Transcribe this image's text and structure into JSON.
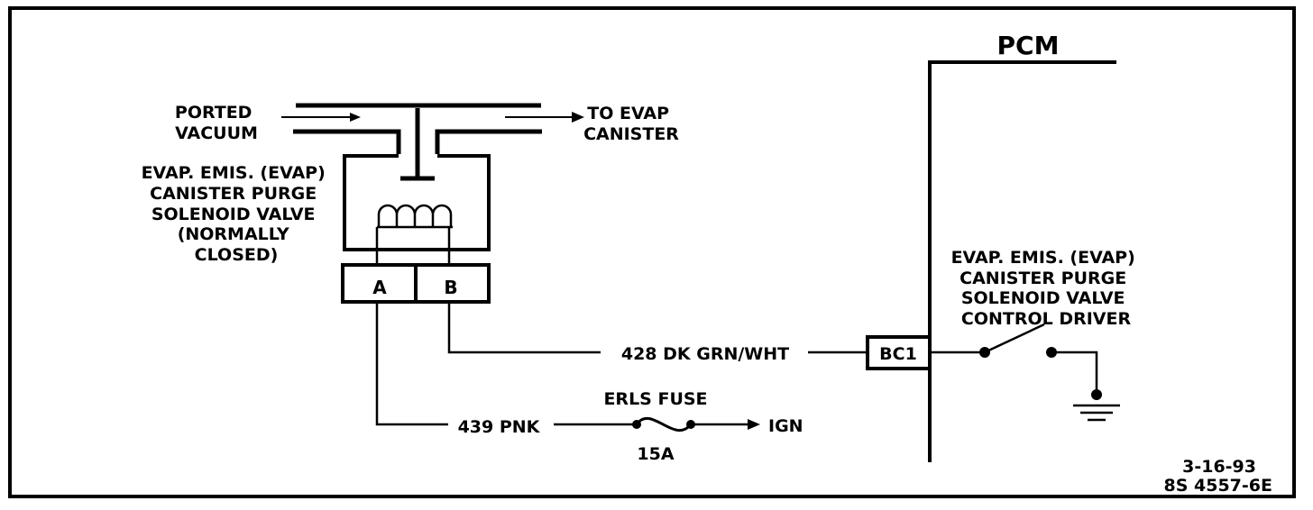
{
  "labels": {
    "pcm": "PCM",
    "ported_vacuum": [
      "PORTED",
      "VACUUM"
    ],
    "to_evap": [
      "TO EVAP",
      "CANISTER"
    ],
    "solenoid_valve": [
      "EVAP. EMIS. (EVAP)",
      "CANISTER PURGE",
      "SOLENOID VALVE",
      "(NORMALLY",
      "CLOSED)"
    ],
    "driver": [
      "EVAP. EMIS. (EVAP)",
      "CANISTER PURGE",
      "SOLENOID VALVE",
      "CONTROL DRIVER"
    ],
    "terminal_a": "A",
    "terminal_b": "B",
    "bc1": "BC1",
    "wire_428": "428 DK GRN/WHT",
    "wire_439": "439 PNK",
    "erls_fuse": "ERLS FUSE",
    "fuse_rating": "15A",
    "ign": "IGN",
    "date": "3-16-93",
    "figure_id": "8S 4557-6E"
  }
}
